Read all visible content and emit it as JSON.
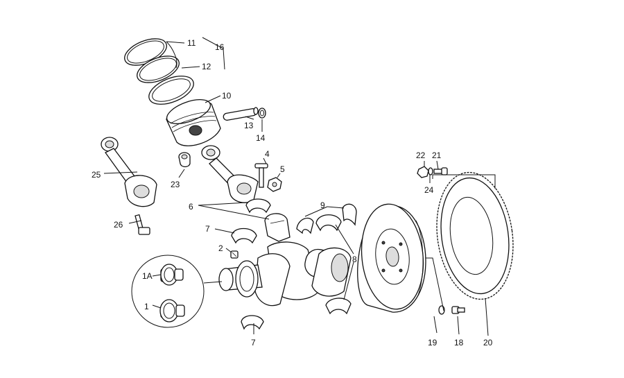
{
  "callouts": {
    "c1": "1",
    "c1a": "1A",
    "c2": "2",
    "c4": "4",
    "c5": "5",
    "c6": "6",
    "c7a": "7",
    "c7b": "7",
    "c8": "8",
    "c9": "9",
    "c10": "10",
    "c11": "11",
    "c12": "12",
    "c13": "13",
    "c14": "14",
    "c16": "16",
    "c18": "18",
    "c19": "19",
    "c20": "20",
    "c21": "21",
    "c22": "22",
    "c23": "23",
    "c24": "24",
    "c25": "25",
    "c26": "26"
  }
}
